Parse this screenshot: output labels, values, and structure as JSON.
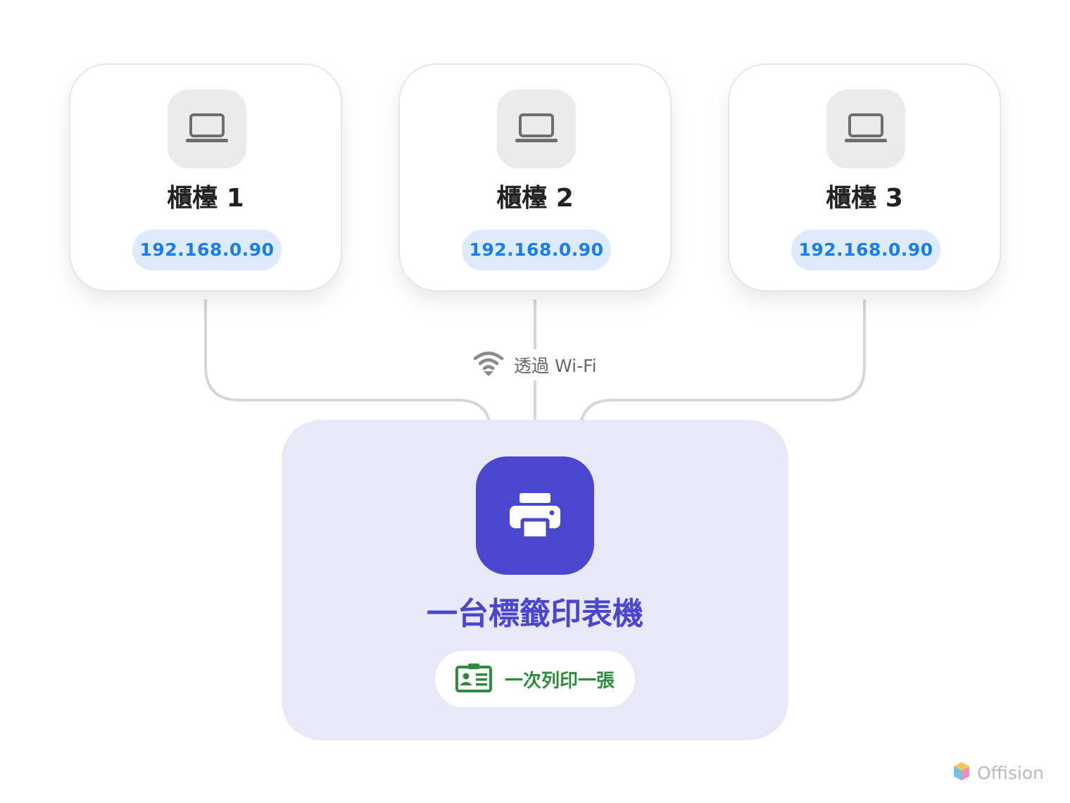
{
  "counters": [
    {
      "name": "櫃檯 1",
      "ip": "192.168.0.90",
      "icon": "laptop-icon"
    },
    {
      "name": "櫃檯 2",
      "ip": "192.168.0.90",
      "icon": "laptop-icon"
    },
    {
      "name": "櫃檯 3",
      "ip": "192.168.0.90",
      "icon": "laptop-icon"
    }
  ],
  "connection": {
    "label": "透過 Wi-Fi",
    "icon": "wifi-icon"
  },
  "printer": {
    "title": "一台標籤印表機",
    "icon": "printer-icon",
    "mode_label": "一次列印一張",
    "mode_icon": "label-card-icon"
  },
  "brand": {
    "name": "Offision",
    "icon": "offision-logo"
  },
  "colors": {
    "accent": "#4a47cf",
    "panel": "#e9e8f9",
    "ip_text": "#1a7de8",
    "ip_bg": "#ddeafb",
    "mode_text": "#2e8b3d",
    "connector": "#d6d6d6",
    "arrow": "#8e8e96"
  }
}
